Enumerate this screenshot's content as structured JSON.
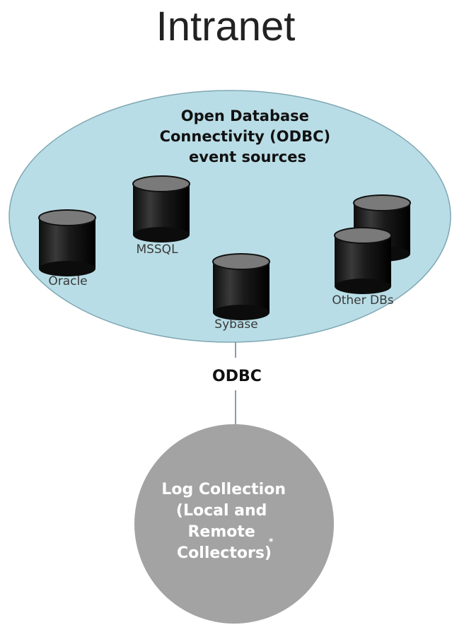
{
  "title": "Intranet",
  "event_sources": {
    "title_lines": [
      "Open Database",
      "Connectivity (ODBC)",
      "event sources"
    ],
    "fill_color": "#b9dde6",
    "databases": [
      {
        "label": "Oracle"
      },
      {
        "label": "MSSQL"
      },
      {
        "label": "Sybase"
      },
      {
        "label": "Other DBs"
      }
    ]
  },
  "connector": {
    "label": "ODBC"
  },
  "collector": {
    "lines": [
      "Log Collection",
      "(Local and",
      "Remote",
      "Collectors)"
    ],
    "asterisk": "*",
    "fill_color": "#a3a3a3"
  }
}
